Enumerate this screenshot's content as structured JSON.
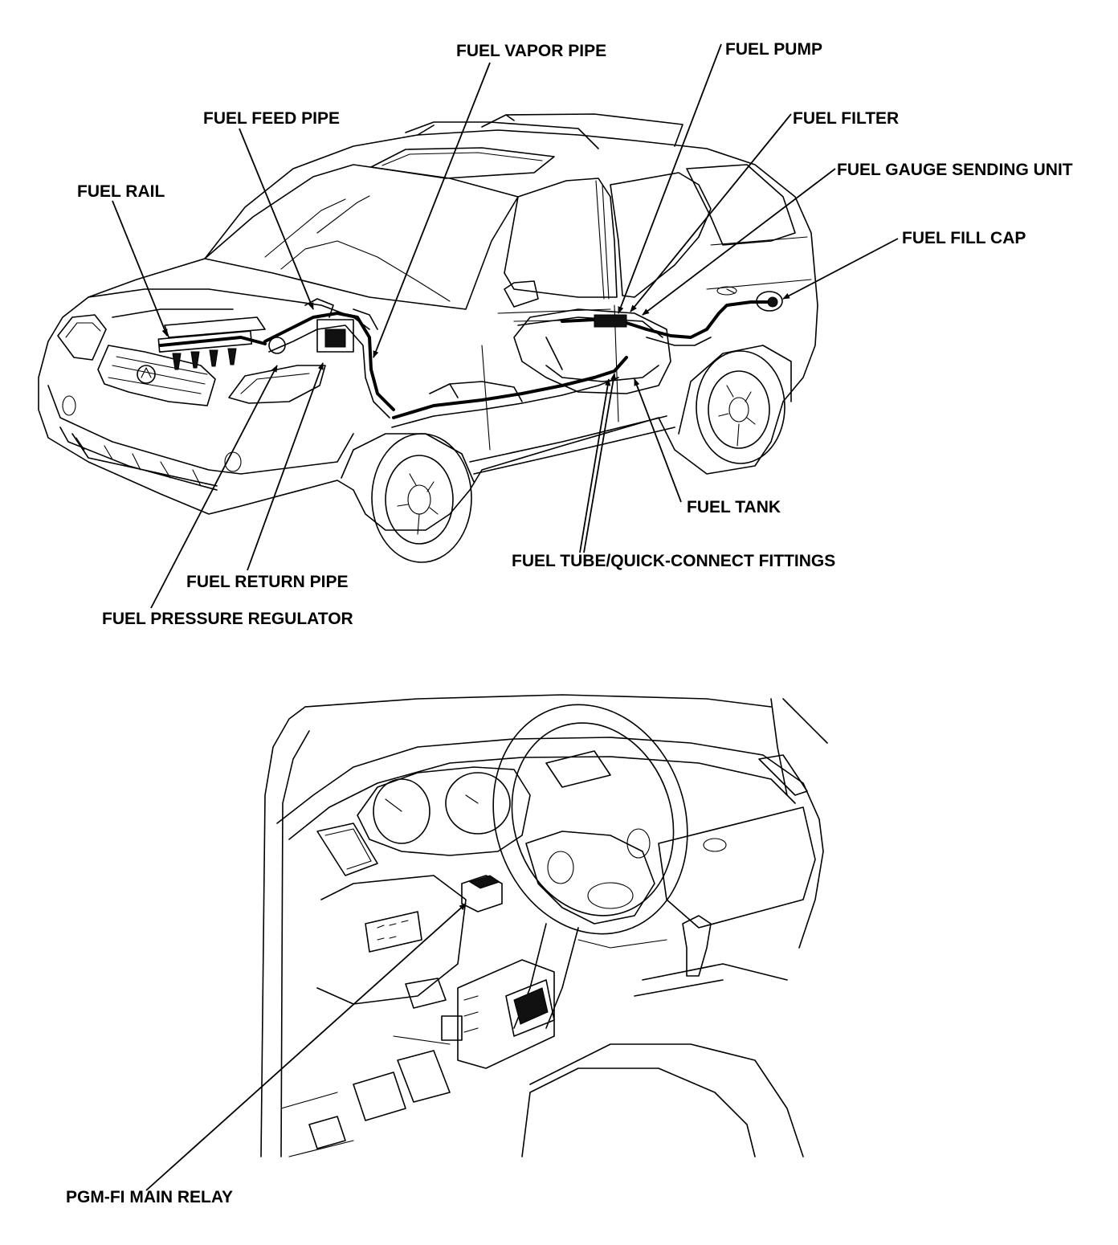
{
  "callouts": {
    "fuel_vapor_pipe": "FUEL VAPOR PIPE",
    "fuel_pump": "FUEL PUMP",
    "fuel_feed_pipe": "FUEL FEED PIPE",
    "fuel_filter": "FUEL FILTER",
    "fuel_gauge_sending_unit": "FUEL GAUGE SENDING UNIT",
    "fuel_rail": "FUEL RAIL",
    "fuel_fill_cap": "FUEL FILL CAP",
    "fuel_tank": "FUEL TANK",
    "fuel_tube_fittings": "FUEL TUBE/QUICK-CONNECT FITTINGS",
    "fuel_return_pipe": "FUEL RETURN PIPE",
    "fuel_pressure_regulator": "FUEL PRESSURE REGULATOR",
    "pgm_fi_main_relay": "PGM-FI MAIN RELAY"
  }
}
